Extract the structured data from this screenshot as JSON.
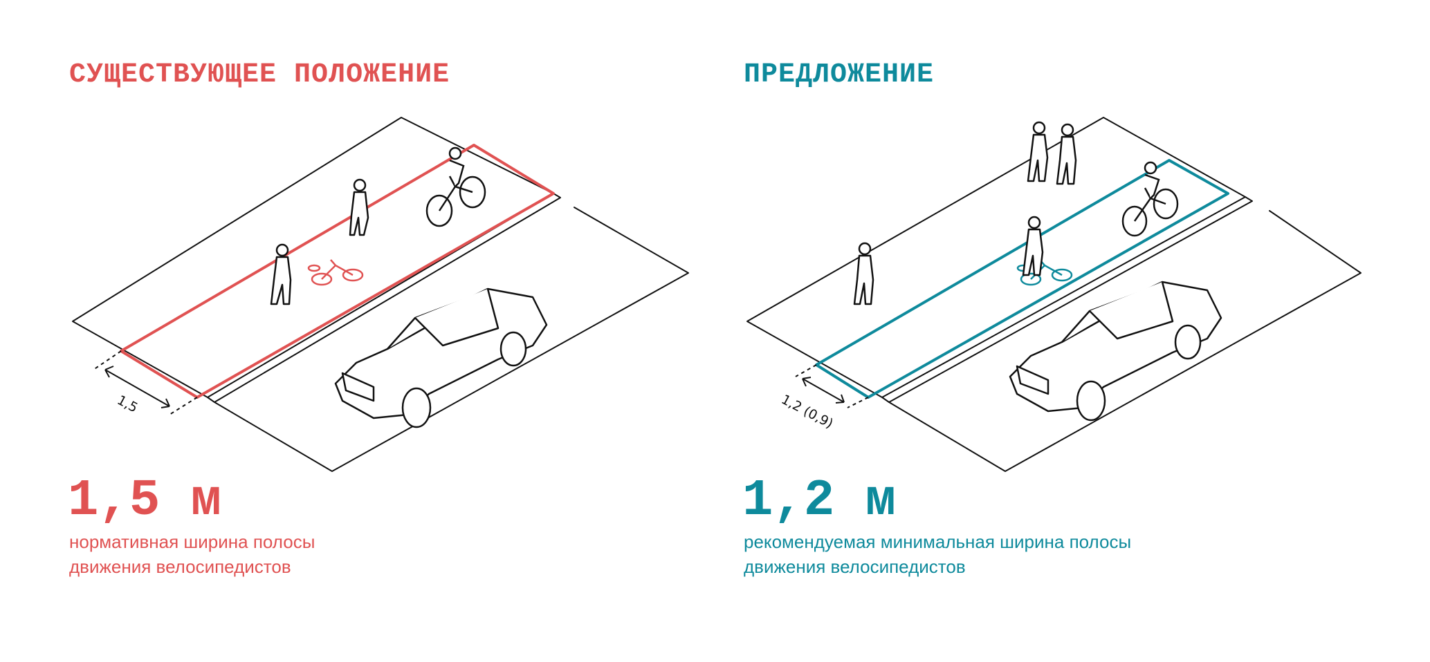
{
  "colors": {
    "existing": "#e05252",
    "proposed": "#0e8a9c",
    "line": "#111111"
  },
  "existing": {
    "heading": "СУЩЕСТВУЮЩЕЕ ПОЛОЖЕНИЕ",
    "width_label": "1,5",
    "value": "1,5 м",
    "caption_line1": "нормативная ширина полосы",
    "caption_line2": "движения велосипедистов"
  },
  "proposed": {
    "heading": "ПРЕДЛОЖЕНИЕ",
    "width_label": "1,2 (0,9)",
    "value": "1,2 м",
    "caption_line1": "рекомендуемая минимальная ширина полосы",
    "caption_line2": "движения велосипедистов"
  }
}
